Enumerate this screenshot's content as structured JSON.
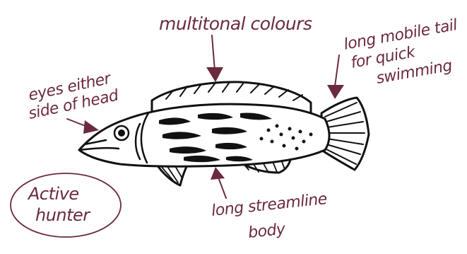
{
  "labels": {
    "colours": "multitonal colours",
    "tail_line1": "long mobile tail",
    "tail_line2": "for quick",
    "tail_line3": "swimming",
    "eyes_line1": "eyes either",
    "eyes_line2": "side of head",
    "body_line1": "long streamline",
    "body_line2": "body",
    "hunter_line1": "Active",
    "hunter_line2": "hunter"
  },
  "colors": {
    "ink": "#6b2a3d",
    "fish_outline": "#111111"
  }
}
